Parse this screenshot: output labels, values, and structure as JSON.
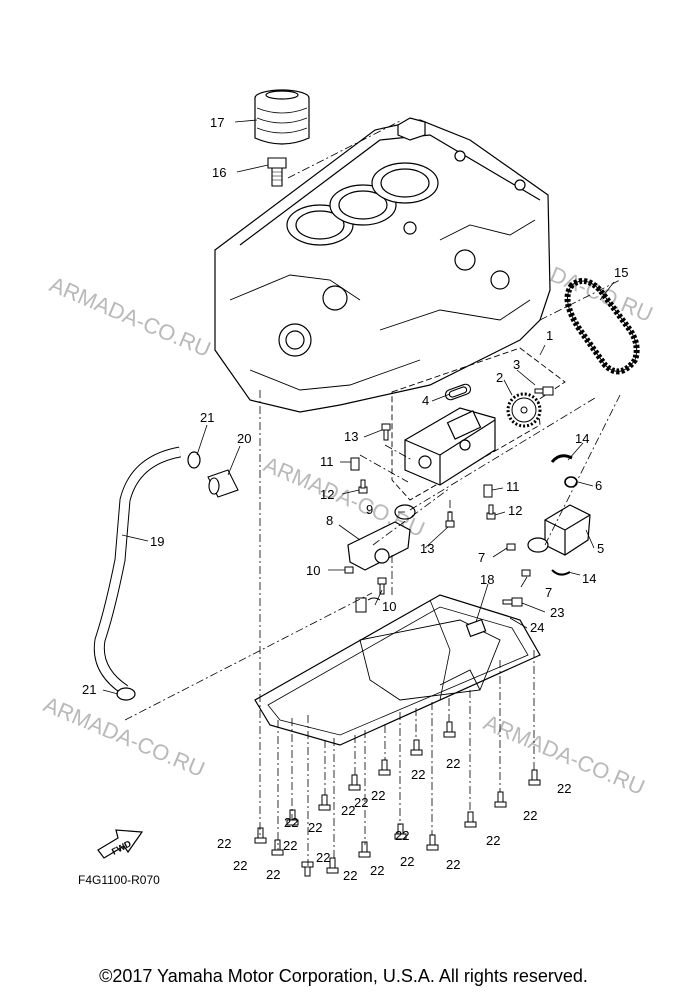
{
  "watermark": "ARMADA-CO.RU",
  "diagram_code": "F4G1100-R070",
  "fwd_label": "FWD",
  "copyright": "©2017 Yamaha Motor Corporation, U.S.A. All rights reserved.",
  "callouts": {
    "c1": "1",
    "c2": "2",
    "c3": "3",
    "c4": "4",
    "c5": "5",
    "c6": "6",
    "c7a": "7",
    "c7b": "7",
    "c8": "8",
    "c9": "9",
    "c10a": "10",
    "c10b": "10",
    "c11a": "11",
    "c11b": "11",
    "c12a": "12",
    "c12b": "12",
    "c13a": "13",
    "c13b": "13",
    "c14a": "14",
    "c14b": "14",
    "c15": "15",
    "c16": "16",
    "c17": "17",
    "c18": "18",
    "c19": "19",
    "c20": "20",
    "c21a": "21",
    "c21b": "21",
    "c22": [
      "22",
      "22",
      "22",
      "22",
      "22",
      "22",
      "22",
      "22",
      "22",
      "22",
      "22",
      "22",
      "22",
      "22",
      "22",
      "22",
      "22",
      "22",
      "22",
      "22"
    ],
    "c23": "23",
    "c24": "24"
  }
}
